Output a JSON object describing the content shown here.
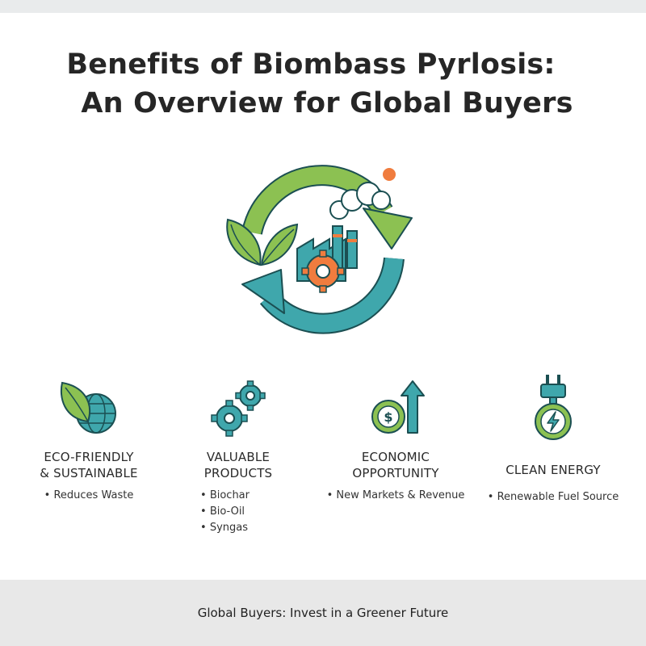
{
  "title": {
    "line1": "Benefits of Biombass Pyrlosis:",
    "line2": "An Overview for Global Buyers"
  },
  "colors": {
    "green": "#8cc152",
    "teal": "#3fa7ac",
    "dark_teal": "#1d6f74",
    "orange": "#f07c3e"
  },
  "hero": {
    "icon": "pyrolysis-cycle-icon"
  },
  "benefits": [
    {
      "icon": "leaf-globe-icon",
      "heading": "ECO-FRIENDLY\n& SUSTAINABLE",
      "items": [
        "Reduces Waste"
      ]
    },
    {
      "icon": "gears-icon",
      "heading": "VALUABLE\nPRODUCTS",
      "items": [
        "Biochar",
        "Bio-Oil",
        "Syngas"
      ]
    },
    {
      "icon": "dollar-growth-icon",
      "heading": "ECONOMIC\nOPPORTUNITY",
      "items": [
        "New Markets & Revenue"
      ]
    },
    {
      "icon": "plug-energy-icon",
      "heading": "CLEAN ENERGY",
      "items": [
        "Renewable Fuel Source"
      ]
    }
  ],
  "footer": {
    "text": "Global Buyers: Invest in a Greener Future"
  }
}
